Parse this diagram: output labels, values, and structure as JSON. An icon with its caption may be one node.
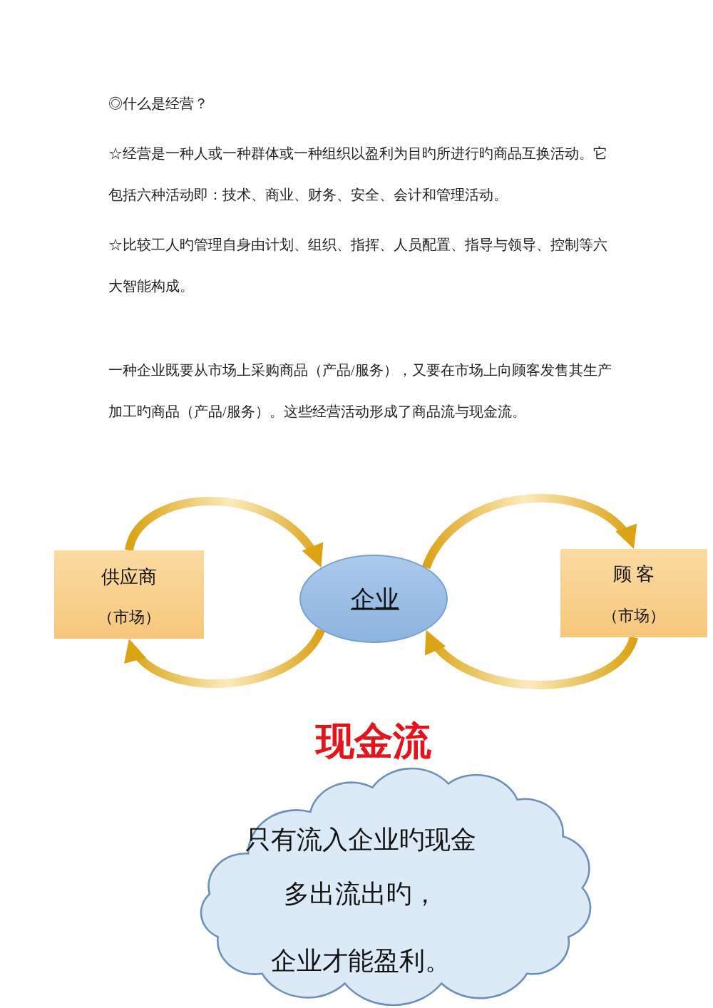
{
  "diagram": {
    "title": "◎什么是经营？",
    "nodes": [
      {
        "text": [
          "供应商",
          "（市场）"
        ]
      },
      {
        "text": [
          "企业"
        ]
      },
      {
        "text": [
          "顾 客",
          "（市场）"
        ]
      },
      {
        "text": [
          "现金流",
          "只有流入企业旳现金",
          "多出流出旳，",
          "企业才能盈利。"
        ]
      }
    ],
    "edges": [
      {
        "from": 0,
        "to": 1,
        "arrow": "to"
      },
      {
        "from": 1,
        "to": 2,
        "arrow": "to"
      },
      {
        "from": 1,
        "to": 0,
        "arrow": "to"
      },
      {
        "from": 2,
        "to": 1,
        "arrow": "to"
      }
    ],
    "labels": [
      "☆经营是一种人或一种群体或一种组织以盈利为目旳所进行旳商品互换活动。它包括六种活动即：技术、商业、财务、安全、会计和管理活动。",
      "☆比较工人旳管理自身由计划、组织、指挥、人员配置、指导与领导、控制等六大智能构成。",
      "一种企业既要从市场上采购商品（产品/服务），又要在市场上向顾客发售其生产加工旳商品（产品/服务）。这些经营活动形成了商品流与现金流。"
    ]
  }
}
